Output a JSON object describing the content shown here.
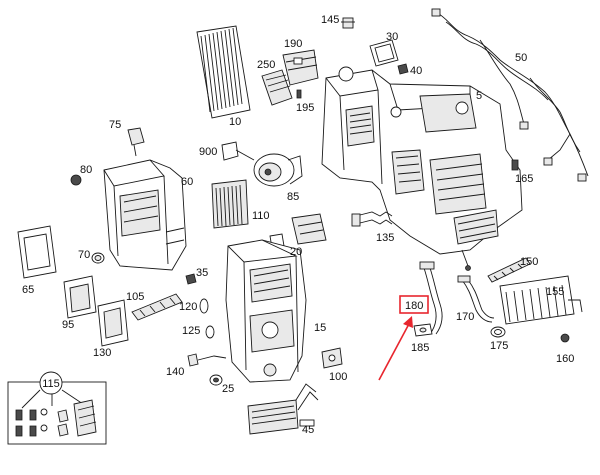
{
  "diagram": {
    "labels": {
      "l145": "145",
      "l30": "30",
      "l190": "190",
      "l250": "250",
      "l40": "40",
      "l50": "50",
      "l5": "5",
      "l195": "195",
      "l10": "10",
      "l75": "75",
      "l900": "900",
      "l85": "85",
      "l80": "80",
      "l60": "60",
      "l165": "165",
      "l110": "110",
      "l135": "135",
      "l65": "65",
      "l70": "70",
      "l20": "20",
      "l35": "35",
      "l150": "150",
      "l105": "105",
      "l120": "120",
      "l155": "155",
      "l180": "180",
      "l95": "95",
      "l15": "15",
      "l170": "170",
      "l125": "125",
      "l185": "185",
      "l175": "175",
      "l130": "130",
      "l160": "160",
      "l140": "140",
      "l100": "100",
      "l25": "25",
      "l115": "115",
      "l45": "45"
    },
    "highlight": {
      "part": "180",
      "color": "#e8262e"
    }
  }
}
